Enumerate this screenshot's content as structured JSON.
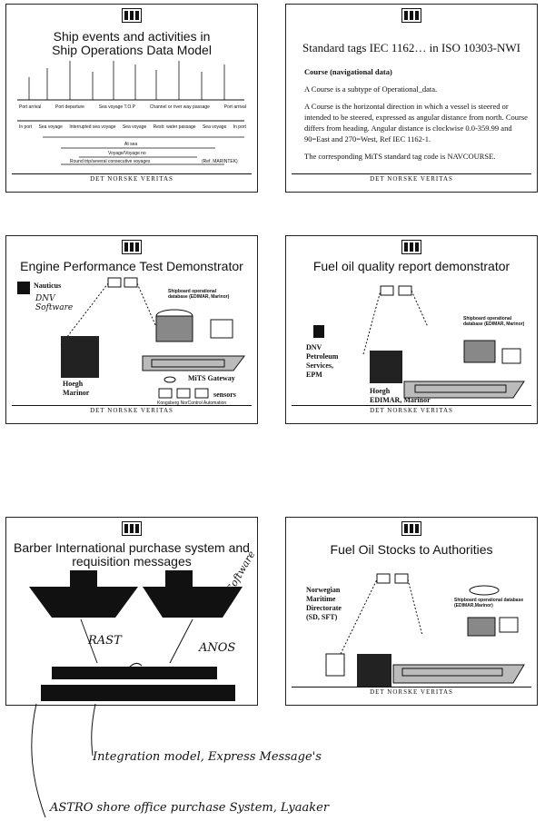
{
  "footer_text": "DET NORSKE VERITAS",
  "slide1": {
    "title_line1": "Ship events and activities in",
    "title_line2": "Ship Operations Data Model",
    "activities": [
      "In port",
      "Sea voyage",
      "Interrupted sea voyage",
      "Sea voyage",
      "Restr. water passage",
      "Sea voyage",
      "In port"
    ],
    "events": [
      "Port arrival",
      "Port departure",
      "Sea voyage T.O.P",
      "Channel or river way passage",
      "Port arrival"
    ],
    "at_sea": "At sea",
    "voyage": "Voyage/Voyage no",
    "round_voyage": "Round trip/several consecutive voyages",
    "ref": "(Ref. MARINTEK)"
  },
  "slide2": {
    "title": "Standard tags IEC 1162… in ISO 10303-NWI",
    "heading": "Course (navigational data)",
    "para1": "A Course is a subtype of Operational_data.",
    "para2": "A Course is the horizontal direction in which a vessel is steered or intended to be steered, expressed as angular distance from north. Course differs from heading. Angular distance is clockwise 0.0-359.99 and 90=East and 270=West, Ref IEC 1162-1.",
    "para3": "The corresponding MiTS standard tag code is NAVCOURSE."
  },
  "slide3": {
    "title": "Engine Performance Test Demonstrator",
    "nauticus": "Nauticus",
    "dnv_software": "DNV Software",
    "shipboard_db": "Shipboard operational database (EDIMAR, Marinor)",
    "hoegh": "Hoegh",
    "marinor": "Marinor",
    "gateway": "MiTS Gateway",
    "sensors": "sensors",
    "kongsberg": "Kongsberg NorControl Automation"
  },
  "slide4": {
    "title": "Fuel oil quality report demonstrator",
    "shipboard_db": "Shipboard operational database (EDIMAR, Marinor)",
    "dnv1": "DNV",
    "dnv2": "Petroleum",
    "dnv3": "Services,",
    "dnv4": "EPM",
    "hoegh": "Hoegh",
    "edimar": "EDIMAR, Marinor"
  },
  "slide5": {
    "title_line1": "Barber International purchase system and",
    "title_line2": "requisition messages",
    "rast": "RAST",
    "anos": "ANOS",
    "software": "Software"
  },
  "slide6": {
    "title": "Fuel Oil Stocks to Authorities",
    "nmd1": "Norwegian",
    "nmd2": "Maritime",
    "nmd3": "Directorate",
    "nmd4": "(SD, SFT)",
    "shipboard_db": "Shipboard operational database (EDIMAR,Marinor)"
  },
  "notes": {
    "note1": "Integration model, Express Message's",
    "note2": "ASTRO shore office purchase System, Lyaaker"
  }
}
